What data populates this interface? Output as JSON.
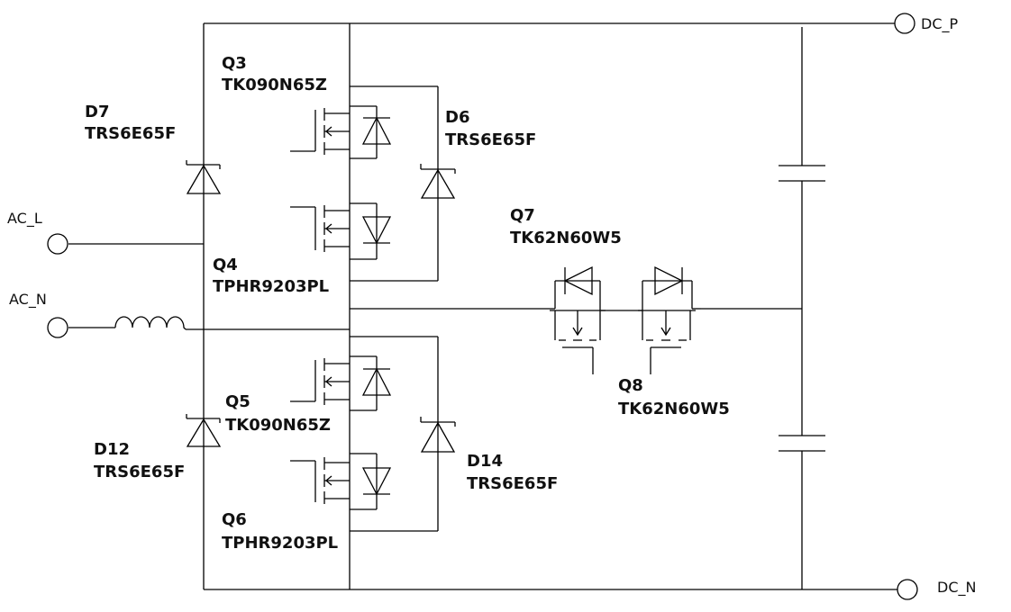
{
  "terminals": {
    "dc_p": "DC_P",
    "dc_n": "DC_N",
    "ac_l": "AC_L",
    "ac_n": "AC_N"
  },
  "components": {
    "q3": {
      "ref": "Q3",
      "part": "TK090N65Z"
    },
    "q4": {
      "ref": "Q4",
      "part": "TPHR9203PL"
    },
    "q5": {
      "ref": "Q5",
      "part": "TK090N65Z"
    },
    "q6": {
      "ref": "Q6",
      "part": "TPHR9203PL"
    },
    "q7": {
      "ref": "Q7",
      "part": "TK62N60W5"
    },
    "q8": {
      "ref": "Q8",
      "part": "TK62N60W5"
    },
    "d6": {
      "ref": "D6",
      "part": "TRS6E65F"
    },
    "d7": {
      "ref": "D7",
      "part": "TRS6E65F"
    },
    "d12": {
      "ref": "D12",
      "part": "TRS6E65F"
    },
    "d14": {
      "ref": "D14",
      "part": "TRS6E65F"
    }
  }
}
